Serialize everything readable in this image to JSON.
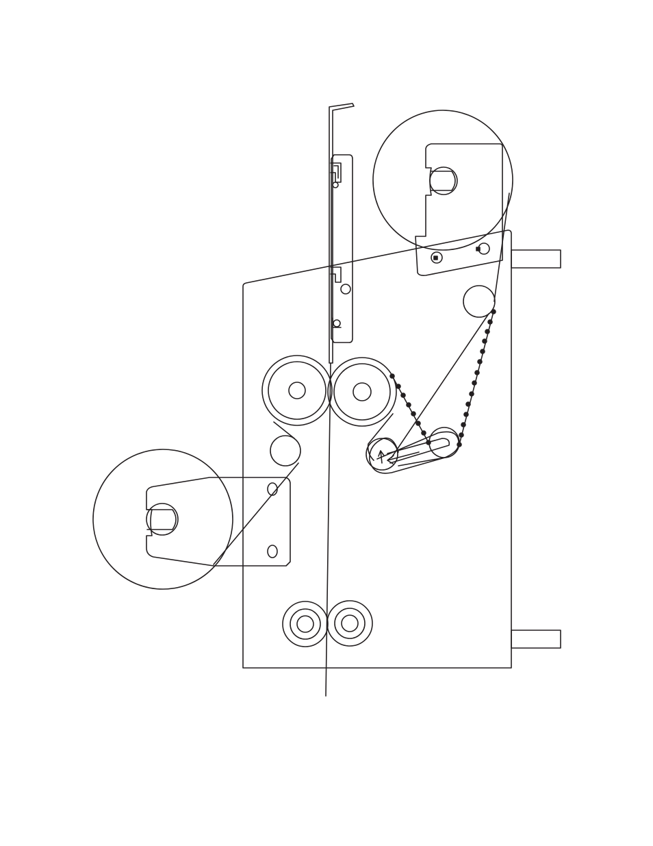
{
  "diagram": {
    "kind": "line-drawing",
    "text_labels": [],
    "line_color": "#231f20",
    "background_color": "#ffffff",
    "parts": {
      "frame": "machine-frame",
      "rolls": [
        "supply-roll",
        "rewind-roll"
      ],
      "roller_pairs": [
        "upper-nip-roller-pair",
        "lower-nip-roller-pair"
      ],
      "guide_rollers": [
        "upper-idler-roller",
        "left-idler-roller"
      ],
      "tension": "dancer-arm",
      "applicator": "dispensing-blade-assembly",
      "indicators": [
        "dotted-web-path-left",
        "dotted-web-path-right",
        "dancer-motion-arrow"
      ]
    }
  }
}
